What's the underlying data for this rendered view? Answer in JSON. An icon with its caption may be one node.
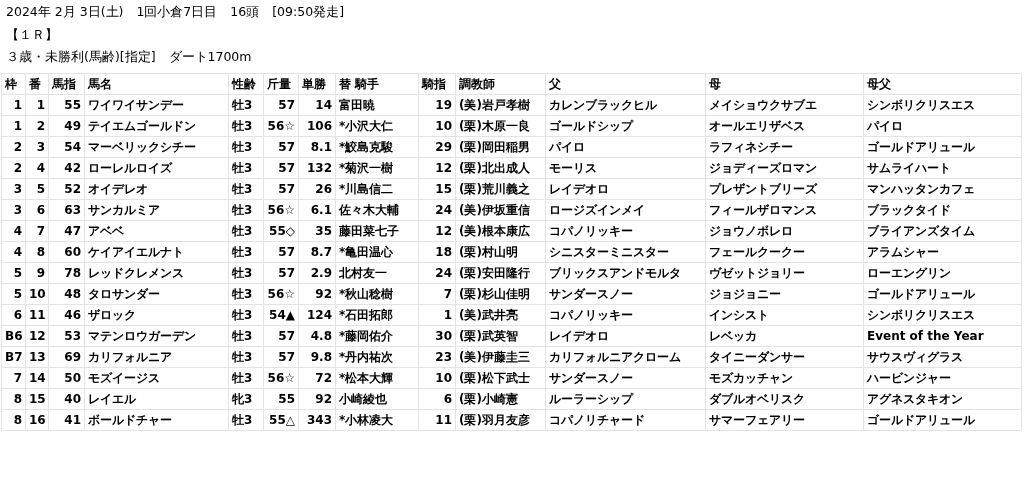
{
  "diagram": {
    "title": "2024年 2月 3日(土)　1回小倉7日目　16頭　[09:50発走]",
    "labels": [
      "【１Ｒ】",
      "３歳・未勝利(馬齢)[指定]　ダート1700m",
      "枠",
      "番",
      "馬指",
      "馬名",
      "性齢",
      "斤量",
      "単勝",
      "替 騎手",
      "騎指",
      "調教師",
      "父",
      "母",
      "母父",
      "1",
      "1",
      "55",
      "ワイワイサンデー",
      "牡3",
      "57",
      "14",
      "富田暁",
      "19",
      "(美)岩戸孝樹",
      "カレンブラックヒル",
      "メイショウクサブエ",
      "シンボリクリスエス",
      "1",
      "2",
      "49",
      "テイエムゴールドン",
      "牡3",
      "56☆",
      "106",
      "*小沢大仁",
      "10",
      "(栗)木原一良",
      "ゴールドシップ",
      "オールエリザベス",
      "パイロ",
      "2",
      "3",
      "54",
      "マーベリックシチー",
      "牡3",
      "57",
      "8.1",
      "*鮫島克駿",
      "29",
      "(栗)岡田稲男",
      "パイロ",
      "ラフィネシチー",
      "ゴールドアリュール",
      "2",
      "4",
      "42",
      "ローレルロイズ",
      "牡3",
      "57",
      "132",
      "*菊沢一樹",
      "12",
      "(栗)北出成人",
      "モーリス",
      "ジョディーズロマン",
      "サムライハート",
      "3",
      "5",
      "52",
      "オイデレオ",
      "牡3",
      "57",
      "26",
      "*川島信二",
      "15",
      "(栗)荒川義之",
      "レイデオロ",
      "プレザントブリーズ",
      "マンハッタンカフェ",
      "3",
      "6",
      "63",
      "サンカルミア",
      "牡3",
      "56☆",
      "6.1",
      "佐々木大輔",
      "24",
      "(美)伊坂重信",
      "ロージズインメイ",
      "フィールザロマンス",
      "ブラックタイド",
      "4",
      "7",
      "47",
      "アベベ",
      "牡3",
      "55◇",
      "35",
      "藤田菜七子",
      "12",
      "(美)根本康広",
      "コパノリッキー",
      "ジョウノボレロ",
      "ブライアンズタイム",
      "4",
      "8",
      "60",
      "ケイアイエルナト",
      "牡3",
      "57",
      "8.7",
      "*亀田温心",
      "18",
      "(栗)村山明",
      "シニスターミニスター",
      "フェールクークー",
      "アラムシャー",
      "5",
      "9",
      "78",
      "レッドクレメンス",
      "牡3",
      "57",
      "2.9",
      "北村友一",
      "24",
      "(栗)安田隆行",
      "ブリックスアンドモルタ",
      "ヴゼットジョリー",
      "ローエングリン",
      "5",
      "10",
      "48",
      "タロサンダー",
      "牡3",
      "56☆",
      "92",
      "*秋山稔樹",
      "7",
      "(栗)杉山佳明",
      "サンダースノー",
      "ジョジョニー",
      "ゴールドアリュール",
      "6",
      "11",
      "46",
      "ザロック",
      "牡3",
      "54▲",
      "124",
      "*石田拓郎",
      "1",
      "(美)武井亮",
      "コパノリッキー",
      "インシスト",
      "シンボリクリスエス",
      "B6",
      "12",
      "53",
      "マテンロウガーデン",
      "牡3",
      "57",
      "4.8",
      "*藤岡佑介",
      "30",
      "(栗)武英智",
      "レイデオロ",
      "レベッカ",
      "Event of the Year",
      "B7",
      "13",
      "69",
      "カリフォルニア",
      "牡3",
      "57",
      "9.8",
      "*丹内祐次",
      "23",
      "(美)伊藤圭三",
      "カリフォルニアクローム",
      "タイニーダンサー",
      "サウスヴィグラス",
      "7",
      "14",
      "50",
      "モズイージス",
      "牡3",
      "56☆",
      "72",
      "*松本大輝",
      "10",
      "(栗)松下武士",
      "サンダースノー",
      "モズカッチャン",
      "ハービンジャー",
      "8",
      "15",
      "40",
      "レイエル",
      "牝3",
      "55",
      "92",
      "小崎綾也",
      "6",
      "(栗)小崎憲",
      "ルーラーシップ",
      "ダブルオベリスク",
      "アグネスタキオン",
      "8",
      "16",
      "41",
      "ボールドチャー",
      "牡3",
      "55△",
      "343",
      "*小林凌大",
      "11",
      "(栗)羽月友彦",
      "コパノリチャード",
      "サマーフェアリー",
      "ゴールドアリュール"
    ]
  }
}
